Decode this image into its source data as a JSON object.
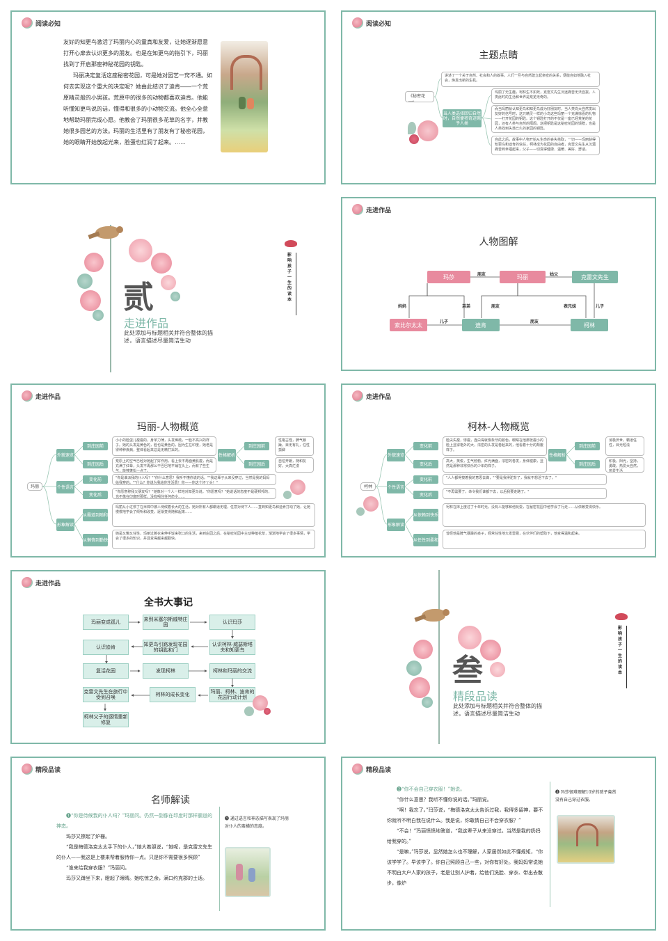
{
  "tags": {
    "read": "阅读必知",
    "enter": "走进作品",
    "excerpt": "精段品读"
  },
  "s1": {
    "para1": "友好的知更鸟激活了玛丽内心的童真和友爱，让她逐渐愿意打开心扉去认识更多的朋友。也是在知更鸟的指引下，玛丽找到了开启那座神秘花园的钥匙。",
    "para2": "玛丽决定复活这座秘密花园，可是她对园艺一窍不通。如何去实现这个重大的决定呢？她由此结识了迪肯——一个荒原精灵般的小男孩。荒原中的很多的动物都喜欢迪肯。他能听懂知更鸟说的话，懂得和很多的小动物交流。他全心全意地帮助玛丽完成心愿。他教会了玛丽很多花草的名字，并教她很多园艺的方法。玛丽的生活里有了朋友有了秘密花园，她的眼睛开始放起光来，脸蛋也红润了起来。……"
  },
  "s2": {
    "title": "主题点睛",
    "root": "《秘密花园》",
    "branch": "当人类选择回归自然时，自然便将奇迹赐予人类",
    "b1": "讲述了一个关于自然、社会和人的故事。人们一旦与自然建立起亲密的关系，便能自如地融入社会，焕发出新的生机。",
    "b2": "玛丽了无生趣，柯林生不如死，克雷文先生沉迷痛苦无法自拔。人类此时的生活和世界是荒芜无奇的。",
    "b3": "而当玛丽就认知更鸟和知更鸟成为好朋友时，当人类向大自然发出友好的信号时，这只精灵一样的小鸟这些玛丽一个充满惊喜的礼物——打开花园的钥匙。这个钥匙打开的不仅是一座已经荒芜的花园，还有人类与自然的隔阂。这把钥匙是这秘密花园的馈赠，也是人类找到失落已久的家园的钥匙。",
    "b4": "自此之后，故事中人物开始从生命的丧失拾取，一切——玛丽获得知更鸟和迪肯的信任，柯林成为花园的自由者，克雷文先生从沉湎痛苦到幸福起来，父子——切变得健康、温暖、美好、舒适。"
  },
  "s3": {
    "num": "贰",
    "heading": "走进作品",
    "desc": "此处添加与标题相关并符合整体的描述，语言描述尽量简洁生动",
    "book": "影响孩子一生的读本"
  },
  "s4": {
    "title": "人物图解",
    "nodes": [
      "玛莎",
      "玛丽",
      "克雷文先生",
      "索比尔太太",
      "迪肯",
      "柯林"
    ],
    "labels": [
      "朋友",
      "姑父",
      "妈妈",
      "弟弟",
      "朋友",
      "表兄妹",
      "儿子",
      "儿子",
      "朋友"
    ]
  },
  "s5": {
    "title": "玛丽-人物概览",
    "root": "玛丽",
    "cats": [
      "外貌速览",
      "个性语言",
      "形象解读",
      "性格解析"
    ],
    "subs": [
      "到庄园前",
      "到庄园后",
      "变化前",
      "变化后",
      "从霸道到随和",
      "从懒惰到勤快",
      "到庄园前",
      "到庄园后"
    ],
    "t1": "小小的脸蛋儿瘦瘦的，身单力薄，头发稀疏，一脸不高兴的样子。她的头发是黄色的，脸也是黄色的，因为生在印度，她老是得种种疾病，整体看起来总是无精打采的。",
    "t2": "荒原上的空气已经对她起了好作用，看上去不再面黄肌瘦，而是充满了红晕，头发不再那么干巴巴地平铺在头上，而有了些生气，能够蓬松一点了。",
    "t3": "\"你是谁派我的仆人吗？\"\"你什么意思？我听不懂你说的话。\"\"我这辈子从来没穿过，当然是我的妈妈给我穿的。\"\"什么？你说为我给你生活费！你——你这个坏丫头！\"",
    "t4": "\"你愿意称我父朋友吗？\"她像对一个人一样地对知更鸟说。\"你愿意吗？\"她说话的态度不是硬邦邦的，也不像在印度时那样，没有喝住任何命令……",
    "t5": "玛丽从小过惯了在米锦中被人侍候着长大的生活，她对所有人都霸道无理，任意对待下人……直到知更鸟和迪肯打动了她，让她慢慢地学会了倾听和改变，逐渐变得随和起来……",
    "t6": "她是又懒又任性，玛丽过着衣来伸手饭来张口的生活，来到庄园之后，在秘密花园中主动种植花草，渐渐地学会了很多事情，学会了很多的知识，并且变得越来越勤快。",
    "t7": "性格古怪，脾气暴躁，目无有礼，任性孤僻",
    "t8": "自信开朗，随和友好，大真烂漫"
  },
  "s6": {
    "title": "柯林-人物概览",
    "root": "柯林",
    "cats": [
      "外貌速览",
      "个性语言",
      "形象解读",
      "性格解析"
    ],
    "subs": [
      "变化前",
      "变化后",
      "变化前",
      "变化后",
      "从依赖到快乐",
      "从任性到柔和",
      "到庄园前",
      "到庄园后"
    ],
    "t1": "脸尖失瘦，惨瘦，连白得就像象牙的颜色，眼睛在他那张瘦小的脸上显得格外的大，浓密的头发是卷起来的，他看着十分的颓废样子。",
    "t2": "高大，英俊，生气勃勃，红光满面，浓密的卷发，身体健康，显然是那种非常快乐的少年的样子。",
    "t3": "\"人人都得按着我的意思去做，\"\"要是我得驼背了，我就不想活下去了。\"",
    "t4": "\"不再需要了，命令我们谁都下去，以后我要走路了。\"",
    "t5": "柯林在床上度过了十年时光，没有人能够和他玩耍，在秘密花园中他学会了行走……从依赖变得快乐。",
    "t6": "曾经他是脾气暴躁的孩子，经常任性地大发雷霆，在伙伴们的帮助下，他变得温和起来。",
    "t7": "消极厌世，霸道任性，目光短浅",
    "t8": "积极，阳光，坚持，勇敢，热爱大自然，热爱生活"
  },
  "s7": {
    "title": "全书大事记",
    "events": [
      "玛丽变成孤儿",
      "来到米塞尔斯威特庄园",
      "认识玛莎",
      "认识迪肯",
      "知更鸟引路发现花园的钥匙和门",
      "认识柯林·威瑟斯塔夫和知更鸟",
      "复活花园",
      "发现柯林",
      "柯林和玛丽的交流",
      "克雷文先生在旅行中受到召唤",
      "柯林的成长变化",
      "玛丽、柯林、迪肯的花园行动计划",
      "柯林父子的感情重新修复"
    ]
  },
  "s8": {
    "num": "叁",
    "heading": "精段品读",
    "desc": "此处添加与标题相关并符合整体的描述，语言描述尽量简洁生动",
    "book": "影响孩子一生的读本"
  },
  "s9": {
    "title": "名师解读",
    "p1": "❶“你是侍候我的仆人吗？”玛丽问。仍然一副像在印度时那样霸道的神态。",
    "p2": "玛莎又擦起了炉栅。",
    "p3": "“我是梅德洛克太太手下的仆人，”她大着胆说，“她呢，是克雷文先生的仆人——我这是上楼来帮着服侍你一点。只是你不需要很多照顾”",
    "p4": "“谁来给我穿衣服？”玛丽问。",
    "p5": "玛莎又蹲坐下来，瞪起了眼睛。她吃惊之余，满口约克郡的土话。",
    "note": "❶ 通过语言和神态描写表现了玛丽对仆人的蛮横的态度。"
  },
  "s10": {
    "p1": "❷“你不会自己穿衣服！”她说。",
    "p2": "“你什么意思？我听不懂你说的话。”玛丽说。",
    "p3": "“啊！我忘了。”玛莎说，“梅德洛克太太告诉过我，我得多留神，要不你就听不明白我在说什么。我是说，你敢情自己不会穿衣服？”",
    "p4": "“不会！”玛丽愤愤地答道，“我这辈子从来没穿过。当然是我的奶妈给我穿的。”",
    "p5": "“是嘛，”玛莎说，显然她怎么也不理解，人家居然如此不懂规矩，“你该学学了。早该学了。你自己照顾自己一些，对你有好处。我妈妈常说她不明白大户人家的孩子，老是让别人护着，给他们洗脸、穿衣、带出去散步，像炉",
    "note": "❷ 玛莎很难理解10岁的孩子竟然没有自己穿过衣服。"
  }
}
